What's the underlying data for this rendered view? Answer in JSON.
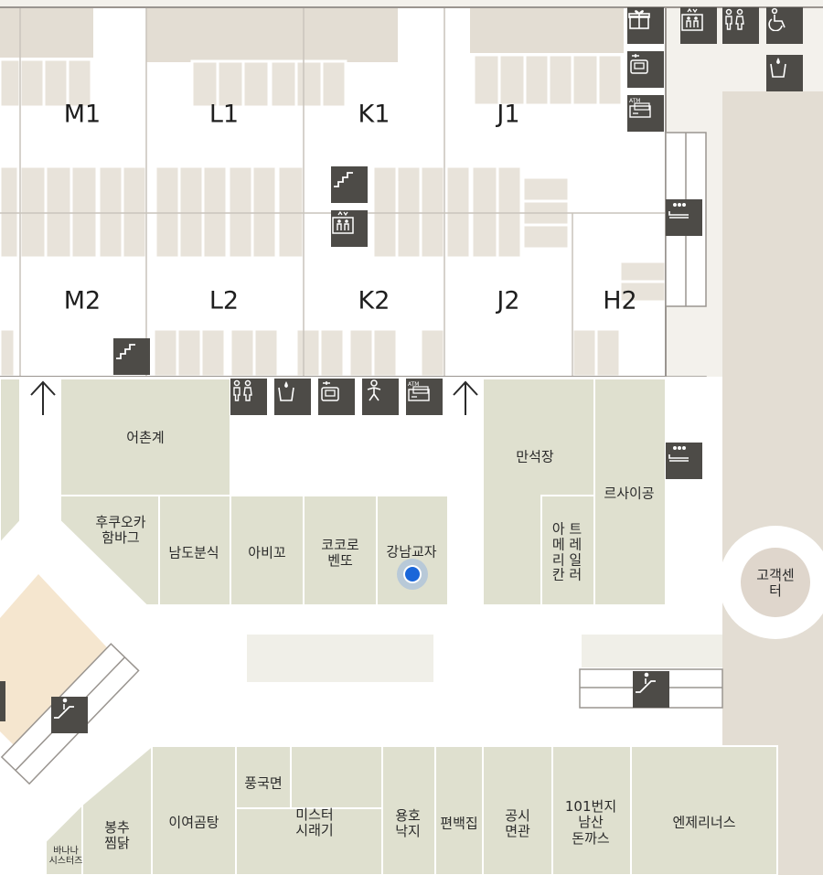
{
  "zones": {
    "m1": "M1",
    "l1": "L1",
    "k1": "K1",
    "j1": "J1",
    "m2": "M2",
    "l2": "L2",
    "k2": "K2",
    "j2": "J2",
    "h2": "H2"
  },
  "stores": {
    "eochongye": "어촌계",
    "hukuoka": "후쿠오카\n함바그",
    "namdo": "남도분식",
    "abikko": "아비꼬",
    "kokoro": "코코로\n벤또",
    "gangnam": "강남교자",
    "manseok": "만석장",
    "artmemory": "아 트\n메 레\n리 일\n칸 러",
    "rsaigong": "르사이공",
    "customer_center": "고객센터",
    "pungguk": "풍국면",
    "mister": "미스터\n시래기",
    "yongho": "용호\n낙지",
    "pyeonbaek": "편백집",
    "gongsi": "공시\n면관",
    "bunji101": "101번지\n남산\n돈까스",
    "enjeri": "엔제리너스",
    "ieo": "이여곰탕",
    "bongchu": "봉추\n찜닭",
    "banana": "바나나\n시스터즈"
  },
  "icons": [
    "gift-icon",
    "elevator-icon",
    "restroom-icon",
    "accessible-icon",
    "locker-icon",
    "water-icon",
    "atm-icon",
    "stairs-icon",
    "elevator-icon",
    "lounge-icon",
    "stairs-icon",
    "restroom-icon",
    "water-icon",
    "locker-icon",
    "baby-care-icon",
    "atm-icon",
    "lounge-icon",
    "escalator-icon",
    "escalator-icon"
  ],
  "colors": {
    "corridor": "#ffffff",
    "parking_bay": "#e3ddd3",
    "store": "#dfe0cf",
    "highlight_zone": "#f5e6cf",
    "wall": "#9a9590",
    "icon_bg": "#4d4b47",
    "location_dot": "#1a66d9"
  },
  "current_location": "강남교자"
}
